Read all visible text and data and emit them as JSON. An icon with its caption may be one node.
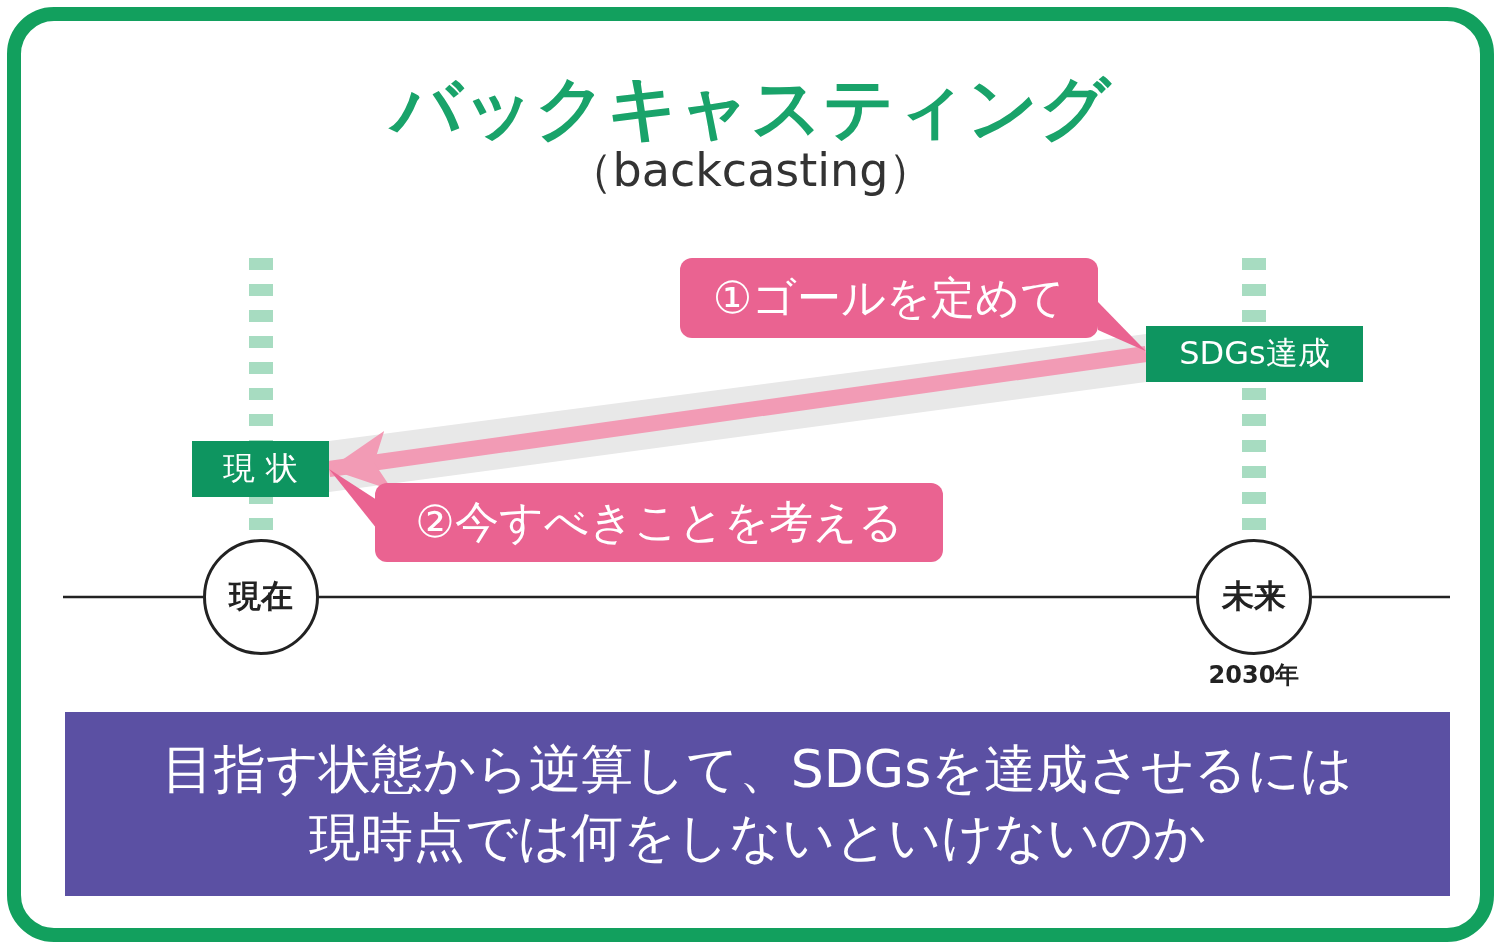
{
  "diagram": {
    "title": "バックキャスティング",
    "nodes": [
      {
        "text": [
          "①ゴールを定めて"
        ]
      },
      {
        "text": [
          "SDGs達成"
        ]
      },
      {
        "text": [
          "現状"
        ]
      },
      {
        "text": [
          "②今すべきことを考える"
        ]
      },
      {
        "text": [
          "現在"
        ]
      },
      {
        "text": [
          "未来"
        ],
        "beside": [
          "2030年"
        ]
      },
      {
        "text": [
          "目指す状態から逆算して、SDGsを達成させるには現時点では何をしないといけないのか"
        ]
      }
    ],
    "edges": [
      {
        "from": 1,
        "to": 2,
        "arrow": "to",
        "style": "thick",
        "color": "#f29bb5"
      },
      {
        "from": 0,
        "to": 1,
        "arrow": "none"
      },
      {
        "from": 3,
        "to": 2,
        "arrow": "none"
      },
      {
        "from": 4,
        "to": 5,
        "arrow": "none",
        "color": "#222222"
      }
    ],
    "labels": [
      "（backcasting）"
    ]
  }
}
